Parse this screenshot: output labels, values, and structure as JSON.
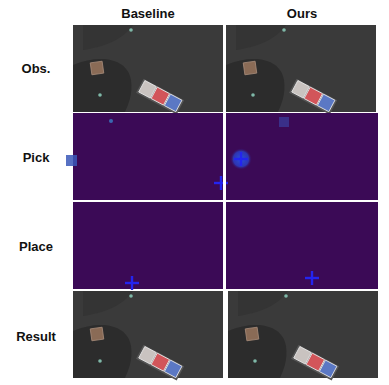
{
  "diagram": {
    "labels": [
      "Baseline",
      "Ours",
      "Obs.",
      "Pick",
      "Place",
      "Result"
    ]
  }
}
